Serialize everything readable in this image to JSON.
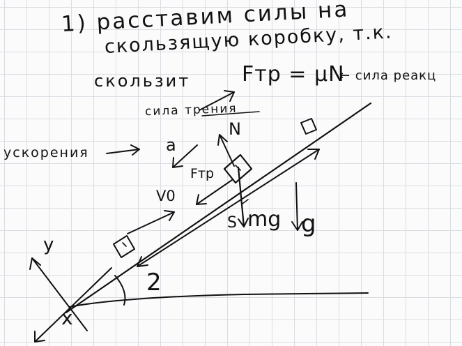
{
  "notes": {
    "line1": "1) расставим силы на",
    "line2": "скользящую коробку, т.к.",
    "line3_a": "скользит",
    "line3_formula": "Fтр = μN",
    "line3_b": "← сила реакц"
  },
  "labels": {
    "friction_caption": "сила трения",
    "acceleration_caption": "ускорения",
    "a": "a",
    "N": "N",
    "F_tr": "Fтр",
    "v0": "V0",
    "S": "S",
    "mg": "mg",
    "g": "g",
    "angle": "2",
    "y": "y",
    "x": "x"
  }
}
